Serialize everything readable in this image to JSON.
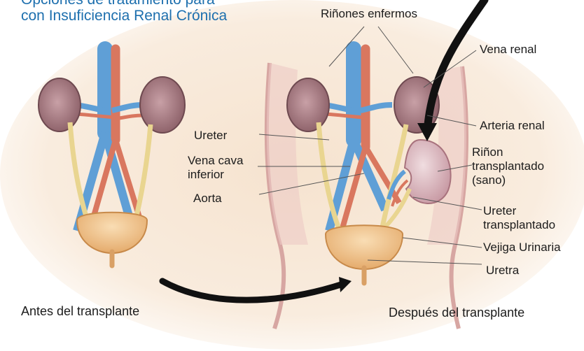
{
  "title": {
    "line1": "Opciones de tratamiento para",
    "line2": "con Insuficiencia Renal Crónica"
  },
  "labels": {
    "rinones_enfermos": "Riñones enfermos",
    "vena_renal": "Vena renal",
    "arteria_renal": "Arteria renal",
    "rinon_transplantado": [
      "Riñon",
      "transplantado",
      "(sano)"
    ],
    "ureter": "Ureter",
    "vena_cava": [
      "Vena cava",
      "inferior"
    ],
    "aorta": "Aorta",
    "ureter_transplantado": [
      "Ureter",
      "transplantado"
    ],
    "vejiga": "Vejiga Urinaria",
    "uretra": "Uretra"
  },
  "captions": {
    "antes": "Antes del transplante",
    "despues": "Después del transplante"
  },
  "colors": {
    "title": "#1d6fae",
    "vein": "#5f9fd6",
    "artery": "#d9775f",
    "kidney": "#a97c82",
    "bladder": "#f0c38a",
    "ureter": "#f3e6a6",
    "body": "#e6b4b0"
  }
}
